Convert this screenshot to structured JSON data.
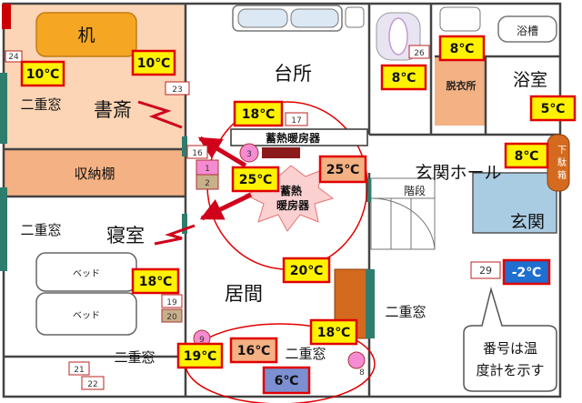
{
  "rooms": {
    "desk": "机",
    "study": "書斎",
    "storage_shelf": "収納棚",
    "bedroom": "寝室",
    "bed": "ベッド",
    "kitchen": "台所",
    "living": "居間",
    "bath": "浴室",
    "bathtub": "浴槽",
    "dressing": "脱衣所",
    "entrance_hall": "玄関ホール",
    "entrance": "玄関",
    "stairs": "階段",
    "shoe_box": "下駄箱",
    "double_window": "二重窓"
  },
  "heater": {
    "label_kitchen": "蓄熱暖房器",
    "burst_line1": "蓄熱",
    "burst_line2": "暖房器"
  },
  "note": {
    "line1": "番号は温",
    "line2": "度計を示す"
  },
  "temps": {
    "study_left": "10℃",
    "study_right": "10℃",
    "heater_top": "18℃",
    "heater_mid": "25℃",
    "heater_right": "25℃",
    "dressing": "8℃",
    "toilet": "8℃",
    "bath": "5℃",
    "hall": "8℃",
    "bedroom": "18℃",
    "living": "20℃",
    "living_right": "18℃",
    "bottom_a": "19℃",
    "bottom_b": "16℃",
    "bottom_c": "6℃",
    "outdoor": "-2℃"
  },
  "sensors": {
    "s24": "24",
    "s23": "23",
    "s16": "16",
    "s17": "17",
    "s26": "26",
    "s1": "1",
    "s2": "2",
    "s3": "3",
    "s19": "19",
    "s20": "20",
    "s21": "21",
    "s22": "22",
    "s29": "29",
    "s8": "8",
    "s9": "9"
  },
  "colors": {
    "study": "#FBD5B5",
    "storage": "#F4B183",
    "desk": "#F5A623",
    "temp_box": "#FFF200",
    "temp_border": "#E10000",
    "temp_hot": "#F4B183",
    "temp_cold": "#1F6FD1",
    "window": "#2E7D6E",
    "entrance": "#A9CCE3",
    "shoe_box": "#D46A1E",
    "arrow": "#D0021B",
    "heater": "#8B1A1A"
  }
}
